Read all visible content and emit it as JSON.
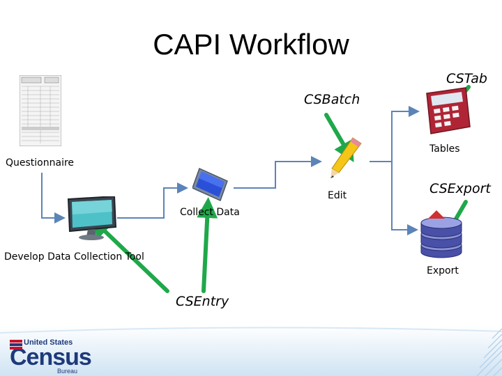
{
  "title": "CAPI Workflow",
  "steps": {
    "questionnaire": "Questionnaire",
    "develop": "Develop Data Collection Tool",
    "collect": "Collect Data",
    "edit": "Edit",
    "tables": "Tables",
    "export": "Export"
  },
  "tools": {
    "csbatch": "CSBatch",
    "cstab": "CSTab",
    "csexport": "CSExport",
    "csentry": "CSEntry"
  },
  "logo": {
    "line1": "United States",
    "line2": "Census",
    "line3": "Bureau"
  },
  "colors": {
    "arrow_green": "#1fa84a",
    "flow_blue": "#5b84b8",
    "census_blue": "#1d3a7a",
    "census_red": "#c8102e"
  }
}
